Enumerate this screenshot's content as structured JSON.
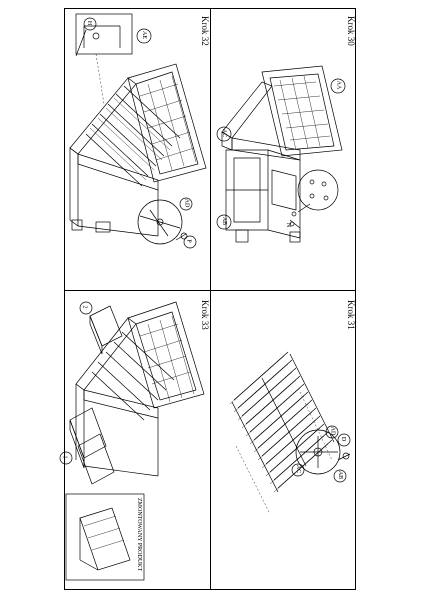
{
  "steps": {
    "s30": "Krok 30",
    "s31": "Krok 31",
    "s32": "Krok 32",
    "s33": "Krok 33"
  },
  "product_label": "ZMONTOWANY PRODUKT",
  "parts": {
    "aa": "AA",
    "ab": "AB",
    "ac": "AC",
    "ad": "AD",
    "ae": "AE",
    "p": "P",
    "h": "H",
    "d": "D",
    "n": "N",
    "one": "1",
    "two": "2"
  }
}
